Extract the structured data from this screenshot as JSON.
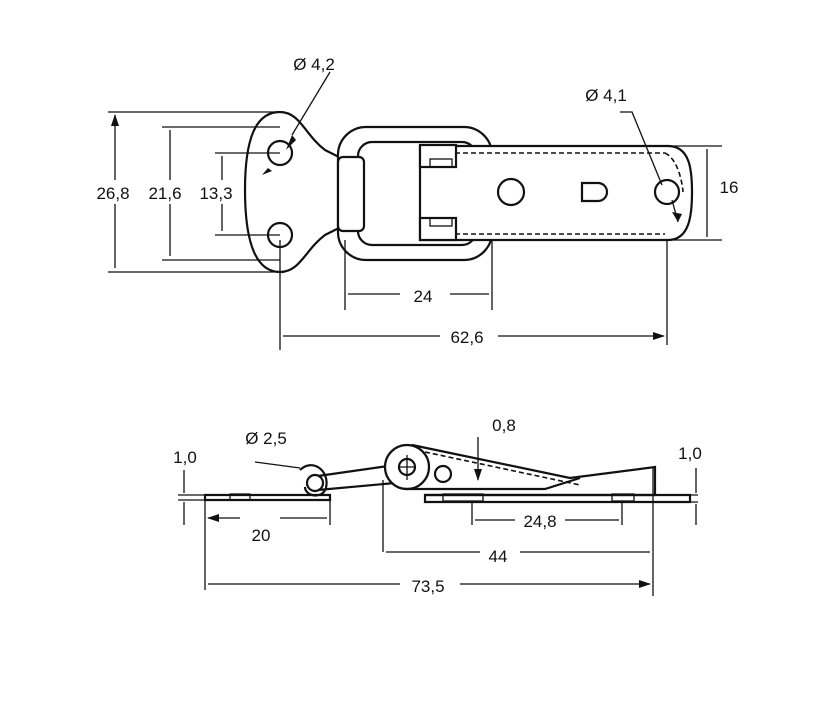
{
  "top_view": {
    "hole_left_diameter": "Ø 4,2",
    "hole_right_diameter": "Ø 4,1",
    "overall_height": "26,8",
    "hole_pitch_outer": "21,6",
    "hole_pitch_inner": "13,3",
    "strap_width": "16",
    "loop_length": "24",
    "overall_length": "62,6"
  },
  "side_view": {
    "hook_hole_diameter": "Ø 2,5",
    "left_thickness": "1,0",
    "right_thickness": "1,0",
    "material_thickness": "0,8",
    "left_plate_length": "20",
    "right_hole_pitch": "24,8",
    "right_length": "44",
    "overall_length": "73,5"
  }
}
